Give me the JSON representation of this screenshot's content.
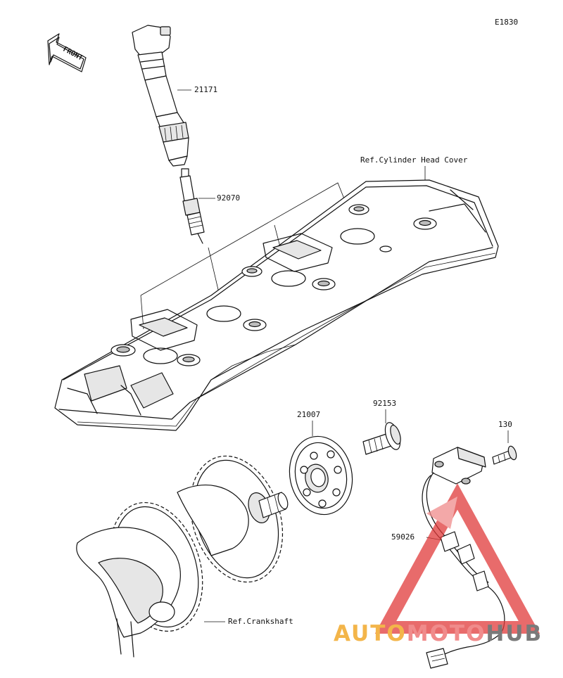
{
  "diagram_code": "E1830",
  "front_label": "FRONT",
  "parts": {
    "ignition_coil": "21171",
    "spark_plug": "92070",
    "timing_rotor": "21007",
    "rotor_bolt": "92153",
    "sensor_bolt": "130",
    "crankshaft_sensor": "59026"
  },
  "references": {
    "cylinder_head_cover": "Ref.Cylinder Head Cover",
    "crankshaft": "Ref.Crankshaft"
  },
  "watermark": {
    "part1": "AUTO",
    "part2": "MOTO",
    "part3": "HUB",
    "color1": "#f3b54a",
    "color2": "#f08b8b",
    "color3": "#7a7a7a"
  },
  "colors": {
    "line": "#111111",
    "watermark_triangle": "#e03a3a"
  }
}
